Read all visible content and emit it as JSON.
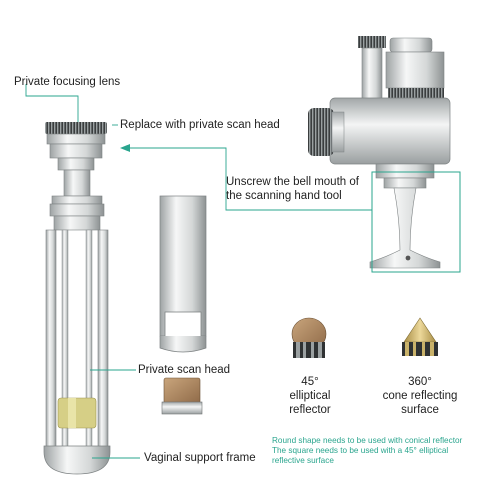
{
  "labels": {
    "private_focusing_lens": "Private focusing lens",
    "replace_scan_head": "Replace with private scan head",
    "unscrew_line1": "Unscrew the bell mouth of",
    "unscrew_line2": "the scanning hand tool",
    "private_scan_head": "Private scan head",
    "vaginal_support_frame": "Vaginal support frame",
    "reflector_45_line1": "45°",
    "reflector_45_line2": "elliptical",
    "reflector_45_line3": "reflector",
    "reflector_360_line1": "360°",
    "reflector_360_line2": "cone reflecting",
    "reflector_360_line3": "surface"
  },
  "note": {
    "line1": "Round shape needs to be used with conical reflector",
    "line2": "The square needs to be used with a 45°   elliptical",
    "line3": "reflective surface"
  },
  "colors": {
    "leader_line": "#2aa58e",
    "metal_light": "#eef0f0",
    "metal_mid": "#c9cdcd",
    "metal_dark": "#8a8f90",
    "gold": "#cdb46a",
    "copper": "#b08a62"
  }
}
